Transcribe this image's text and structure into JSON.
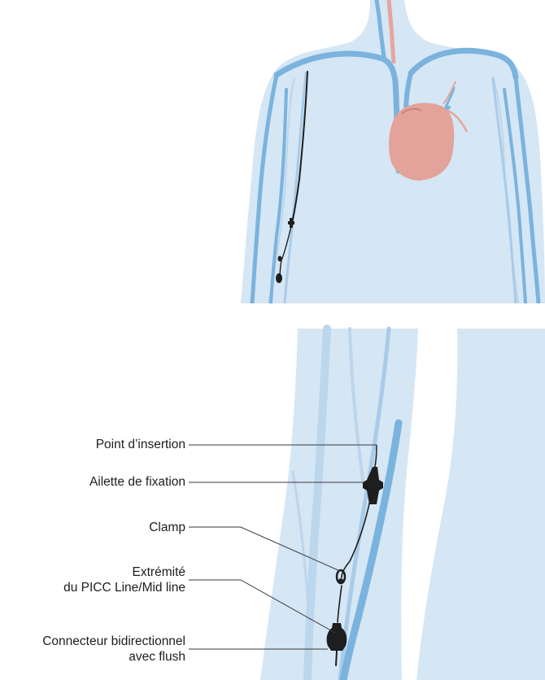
{
  "labels": {
    "insertion_point": "Point d’insertion",
    "fixation_wing": "Ailette de fixation",
    "clamp": "Clamp",
    "tip_line1": "Extrémité",
    "tip_line2": "du PICC Line/Mid line",
    "connector_line1": "Connecteur bidirectionnel",
    "connector_line2": "avec flush"
  },
  "colors": {
    "body": "#d5e6f4",
    "body_edge": "#b9d4ea",
    "vein": "#7ab3de",
    "vein_light": "#a9cbe8",
    "artery": "#e8a49c",
    "heart": "#e3a39a",
    "catheter": "#1e1e1e",
    "leader_line": "#3a3a3a"
  }
}
